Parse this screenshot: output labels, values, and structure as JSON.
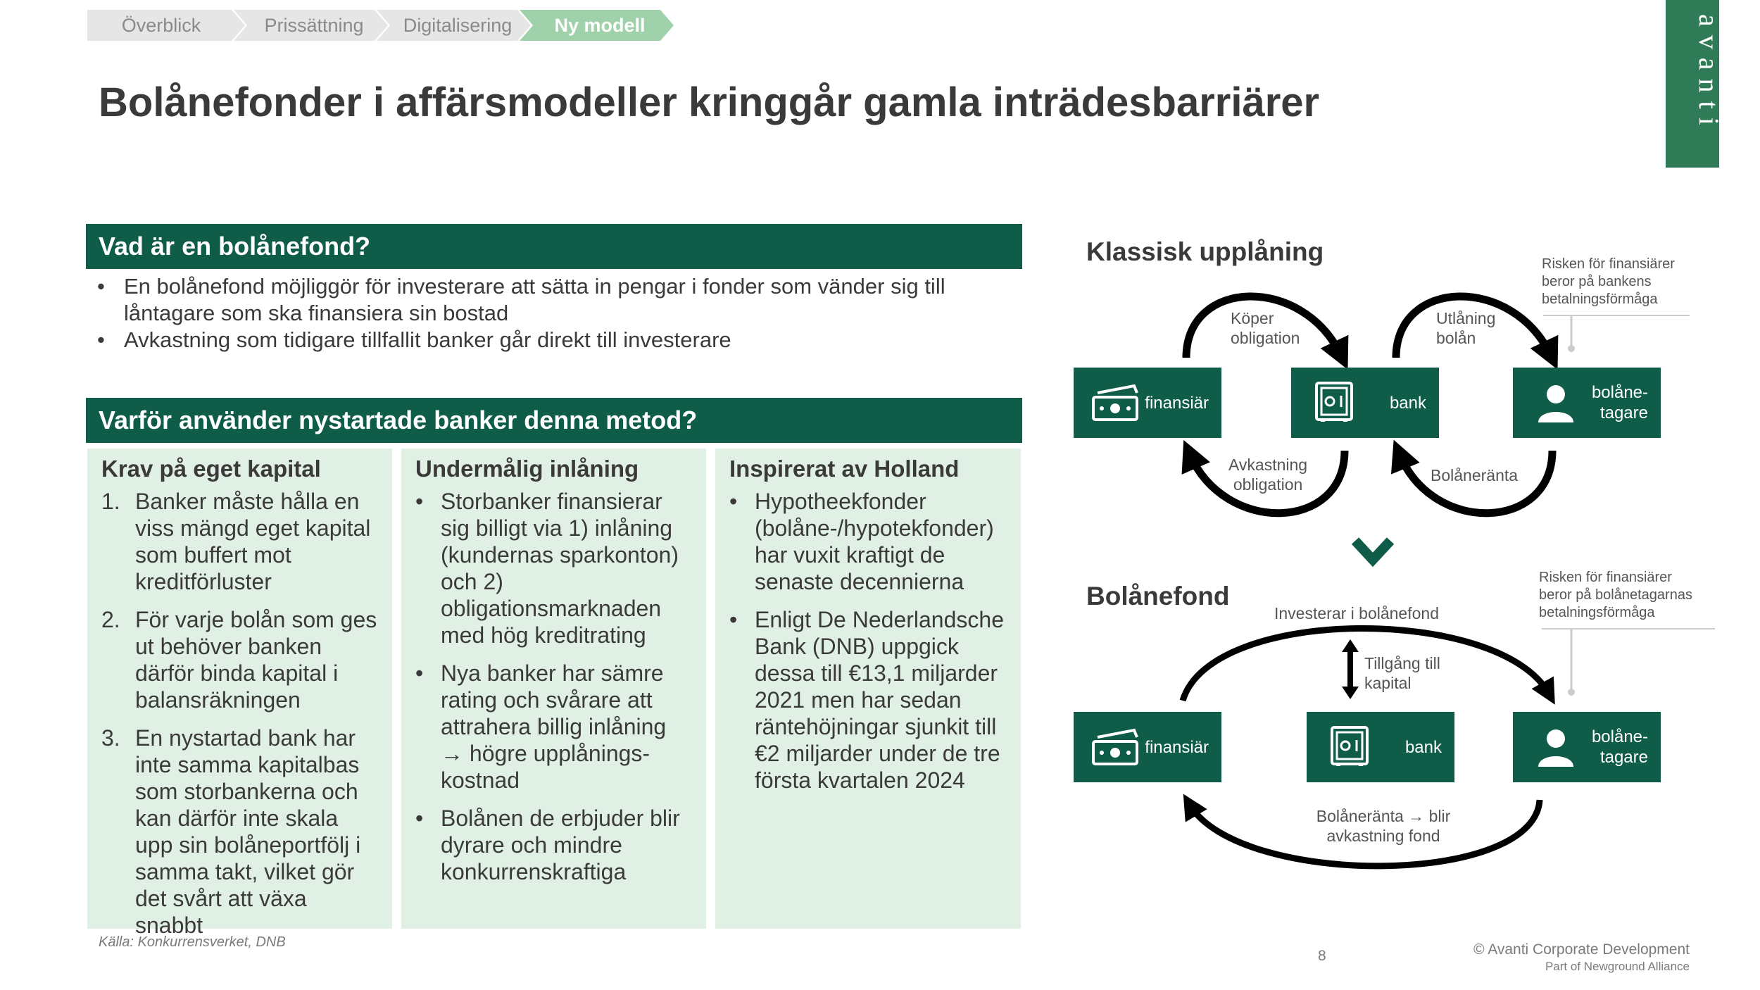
{
  "breadcrumb": [
    "Överblick",
    "Prissättning",
    "Digitalisering",
    "Ny modell"
  ],
  "logo": "avanti",
  "title": "Bolånefonder i affärsmodeller kringgår gamla inträdesbarriärer",
  "section1": {
    "heading": "Vad är en bolånefond?",
    "bullets": [
      "En bolånefond möjliggör för investerare att sätta in pengar i fonder som vänder sig till låntagare som ska finansiera sin bostad",
      "Avkastning som tidigare tillfallit banker går direkt till investerare"
    ]
  },
  "section2": {
    "heading": "Varför använder nystartade banker denna metod?",
    "columns": [
      {
        "heading": "Krav på eget kapital",
        "items": [
          "Banker måste hålla en viss mängd eget kapital som buffert mot kreditförluster",
          "För varje bolån som ges ut behöver banken därför binda kapital i balansräkningen",
          "En nystartad bank har inte samma kapitalbas som storbankerna och kan därför inte skala upp sin bolåneportfölj i samma takt, vilket gör det svårt att växa snabbt"
        ]
      },
      {
        "heading": "Undermålig inlåning",
        "items": [
          "Storbanker finansierar sig billigt via 1) inlåning (kundernas sparkonton) och 2) obligationsmarknaden med hög kreditrating",
          "Nya banker har sämre rating och svårare att attrahera billig inlåning → högre upplånings-kostnad",
          "Bolånen de erbjuder blir dyrare och mindre konkurrenskraftiga"
        ]
      },
      {
        "heading": "Inspirerat av Holland",
        "items": [
          "Hypotheekfonder (bolåne-/hypotekfonder) har vuxit kraftigt de senaste decennierna",
          "Enligt De Nederlandsche Bank (DNB) uppgick dessa till €13,1 miljarder 2021 men har sedan räntehöjningar sjunkit till €2 miljarder under de tre första kvartalen 2024"
        ]
      }
    ]
  },
  "diagram": {
    "top": {
      "heading": "Klassisk upplåning",
      "nodes": [
        "finansiär",
        "bank",
        "bolåne-\ntagare"
      ],
      "arrow_labels": [
        "Köper\nobligation",
        "Utlåning\nbolån",
        "Avkastning\nobligation",
        "Bolåneränta"
      ],
      "note": "Risken för finansiärer\nberor på bankens\nbetalningsförmåga"
    },
    "bottom": {
      "heading": "Bolånefond",
      "nodes": [
        "finansiär",
        "bank",
        "bolåne-\ntagare"
      ],
      "arrow_labels": [
        "Investerar i bolånefond",
        "Tillgång till\nkapital",
        "Bolåneränta → blir\navkastning fond"
      ],
      "note": "Risken för finansiärer\nberor på bolånetagarnas\nbetalningsförmåga"
    }
  },
  "source": "Källa: Konkurrensverket, DNB",
  "page_number": "8",
  "copyright": "© Avanti Corporate Development",
  "copyright_sub": "Part of Newground Alliance",
  "colors": {
    "primary": "#0f5c48",
    "light": "#e0f0e5",
    "breadcrumb_active": "#9fd2aa",
    "breadcrumb": "#e6e6e6"
  }
}
